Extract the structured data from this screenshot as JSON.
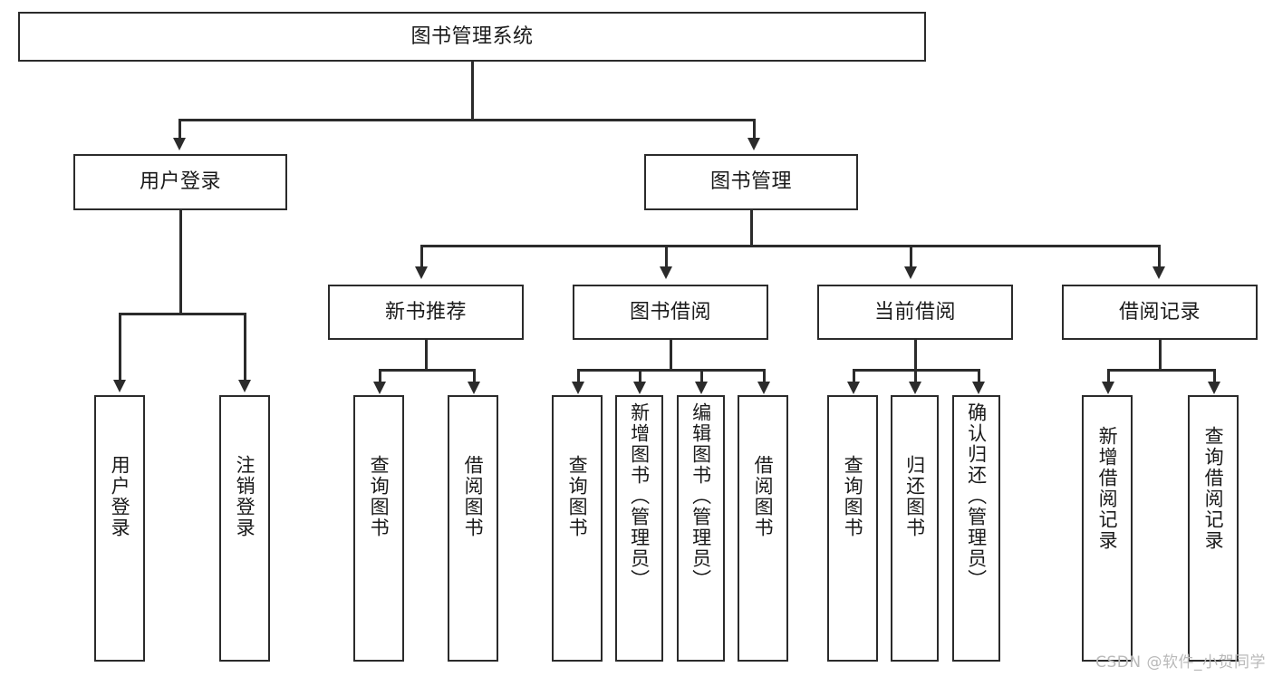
{
  "diagram": {
    "type": "hierarchy-tree",
    "title": "图书管理系统",
    "root": {
      "id": "root",
      "label": "图书管理系统",
      "orientation": "horizontal"
    },
    "level1": [
      {
        "id": "user-login",
        "label": "用户登录",
        "orientation": "horizontal"
      },
      {
        "id": "book-manage",
        "label": "图书管理",
        "orientation": "horizontal"
      }
    ],
    "level2": [
      {
        "id": "new-book-rec",
        "label": "新书推荐",
        "parent": "book-manage",
        "orientation": "horizontal"
      },
      {
        "id": "book-borrow",
        "label": "图书借阅",
        "parent": "book-manage",
        "orientation": "horizontal"
      },
      {
        "id": "current-borrow",
        "label": "当前借阅",
        "parent": "book-manage",
        "orientation": "horizontal"
      },
      {
        "id": "borrow-record",
        "label": "借阅记录",
        "parent": "book-manage",
        "orientation": "horizontal"
      }
    ],
    "leaves": [
      {
        "id": "leaf-user-login",
        "label": "用户登录",
        "parent": "user-login",
        "orientation": "vertical"
      },
      {
        "id": "leaf-user-logout",
        "label": "注销登录",
        "parent": "user-login",
        "orientation": "vertical"
      },
      {
        "id": "leaf-query-book-1",
        "label": "查询图书",
        "parent": "new-book-rec",
        "orientation": "vertical"
      },
      {
        "id": "leaf-borrow-book-1",
        "label": "借阅图书",
        "parent": "new-book-rec",
        "orientation": "vertical"
      },
      {
        "id": "leaf-query-book-2",
        "label": "查询图书",
        "parent": "book-borrow",
        "orientation": "vertical"
      },
      {
        "id": "leaf-add-book",
        "label": "新增图书（管理员）",
        "parent": "book-borrow",
        "orientation": "vertical"
      },
      {
        "id": "leaf-edit-book",
        "label": "编辑图书（管理员）",
        "parent": "book-borrow",
        "orientation": "vertical"
      },
      {
        "id": "leaf-borrow-book-2",
        "label": "借阅图书",
        "parent": "book-borrow",
        "orientation": "vertical"
      },
      {
        "id": "leaf-query-book-3",
        "label": "查询图书",
        "parent": "current-borrow",
        "orientation": "vertical"
      },
      {
        "id": "leaf-return-book",
        "label": "归还图书",
        "parent": "current-borrow",
        "orientation": "vertical"
      },
      {
        "id": "leaf-confirm-return",
        "label": "确认归还（管理员）",
        "parent": "current-borrow",
        "orientation": "vertical"
      },
      {
        "id": "leaf-add-record",
        "label": "新增借阅记录",
        "parent": "borrow-record",
        "orientation": "vertical"
      },
      {
        "id": "leaf-query-record",
        "label": "查询借阅记录",
        "parent": "borrow-record",
        "orientation": "vertical"
      }
    ],
    "colors": {
      "stroke": "#2b2b2b",
      "fill": "#ffffff",
      "text": "#1a1a1a",
      "watermark": "#b9b9b9"
    }
  },
  "watermark": {
    "text": "CSDN @软件_小贺同学"
  }
}
